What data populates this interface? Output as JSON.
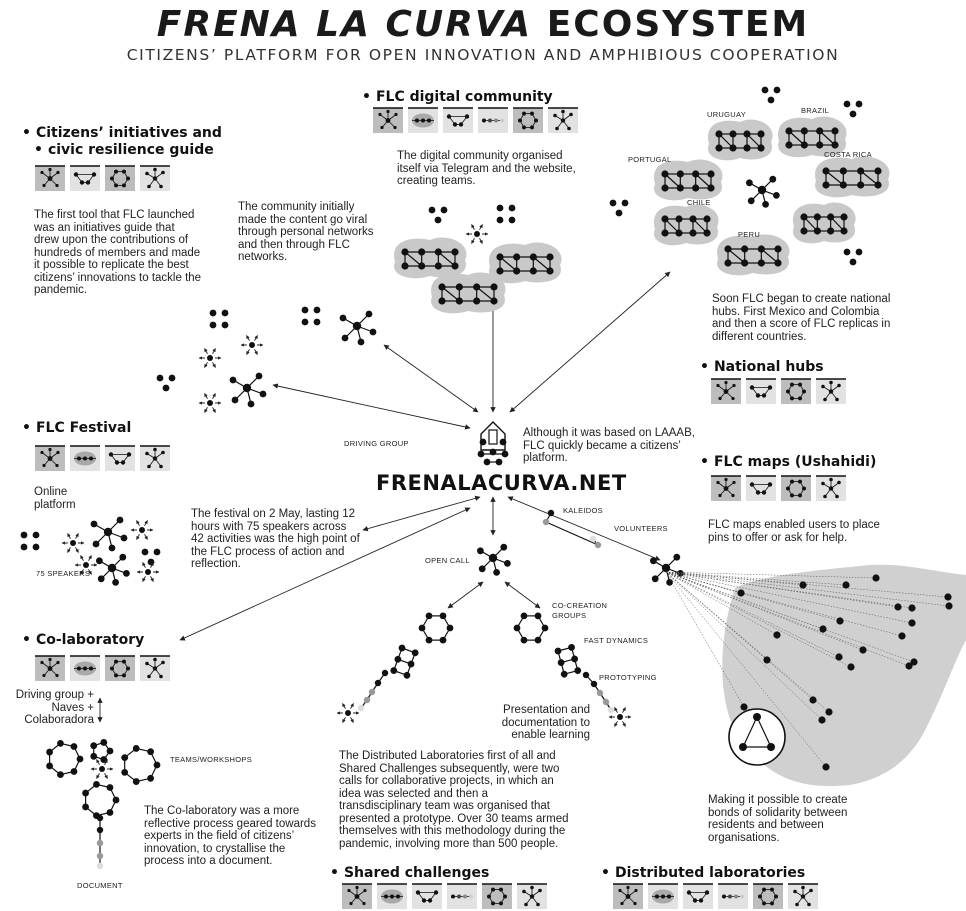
{
  "header": {
    "title_italic": "FRENA LA CURVA",
    "title_rest": "ECOSYSTEM",
    "subtitle": "CITIZENS’ PLATFORM FOR OPEN INNOVATION AND AMPHIBIOUS COOPERATION"
  },
  "center": {
    "site": "FRENALACURVA.NET",
    "note": "Although it was based on LAAAB, FLC quickly became a citizens’ platform."
  },
  "sections": {
    "citizens_guide": {
      "heading_line1": "Citizens’ initiatives and",
      "heading_line2": "civic resilience guide",
      "text": "The first tool that FLC launched was an initiatives guide that drew upon the contributions of hundreds of members and made it possible to replicate the best citizens’ innovations to tackle the pandemic."
    },
    "digital_community": {
      "heading": "FLC digital community",
      "text": "The digital community organised itself via Telegram and the website, creating teams.",
      "side_text": "The community initially made the content go viral through personal networks and then through FLC networks."
    },
    "national_hubs": {
      "heading": "National hubs",
      "text": "Soon FLC began to create national hubs. First Mexico and Colombia and then a score of FLC replicas in different countries.",
      "countries": [
        "URUGUAY",
        "BRAZIL",
        "PORTUGAL",
        "COSTA RICA",
        "CHILE",
        "PERU"
      ]
    },
    "festival": {
      "heading": "FLC Festival",
      "online_platform": "Online platform",
      "speakers": "75 SPEAKERS",
      "text": "The festival on 2 May, lasting 12 hours with 75 speakers across 42 activities was the high point of the FLC process of action and reflection."
    },
    "maps": {
      "heading": "FLC maps (Ushahidi)",
      "text": "FLC maps enabled users to place pins to offer or ask for help.",
      "bottom_text": "Making it possible to create bonds of solidarity between residents and between organisations."
    },
    "colab": {
      "heading": "Co-laboratory",
      "driving": "Driving group + Naves + Colaboradora",
      "teams": "TEAMS/WORKSHOPS",
      "document": "DOCUMENT",
      "text": "The Co-laboratory was a more reflective process geared towards experts in the field of citizens’ innovation, to crystallise the process into a document."
    },
    "shared_challenges": {
      "heading": "Shared challenges"
    },
    "distributed_labs": {
      "heading": "Distributed laboratories",
      "text": "The Distributed Laboratories first of all and Shared Challenges subsequently, were two calls for collaborative projects, in which an idea was selected and then a transdisciplinary team was organised that presented a prototype. Over 30 teams armed themselves with this methodology during the pandemic, involving more than 500 people."
    }
  },
  "labels": {
    "driving_group": "DRIVING GROUP",
    "kaleidos": "KALEIDOS",
    "volunteers": "VOLUNTEERS",
    "open_call": "OPEN CALL",
    "co_creation": "CO-CREATION GROUPS",
    "fast_dynamics": "FAST DYNAMICS",
    "prototyping": "PROTOTYPING",
    "presentation": "Presentation and documentation to enable learning"
  },
  "icon_strips": {
    "guide": [
      "star-network-icon",
      "linked-pairs-icon",
      "hexagon-ring-icon",
      "hub-spoke-icon"
    ],
    "digital": [
      "star-network-icon",
      "blob-line-icon",
      "linked-pairs-icon",
      "dotted-line-icon",
      "hexagon-ring-icon",
      "hub-spoke-icon"
    ],
    "hubs": [
      "star-network-icon",
      "linked-pairs-icon",
      "hexagon-ring-icon",
      "hub-spoke-icon"
    ],
    "festival": [
      "star-network-icon",
      "blob-line-icon",
      "linked-pairs-icon",
      "hub-spoke-icon"
    ],
    "maps": [
      "star-network-icon",
      "linked-pairs-icon",
      "hexagon-ring-icon",
      "hub-spoke-icon"
    ],
    "colab": [
      "star-network-icon",
      "blob-line-icon",
      "hexagon-ring-icon",
      "hub-spoke-icon"
    ],
    "shared": [
      "star-network-icon",
      "blob-line-icon",
      "linked-pairs-icon",
      "dotted-line-icon",
      "hexagon-ring-icon",
      "hub-spoke-icon"
    ],
    "distributed": [
      "star-network-icon",
      "blob-line-icon",
      "linked-pairs-icon",
      "dotted-line-icon",
      "hexagon-ring-icon",
      "hub-spoke-icon"
    ]
  }
}
